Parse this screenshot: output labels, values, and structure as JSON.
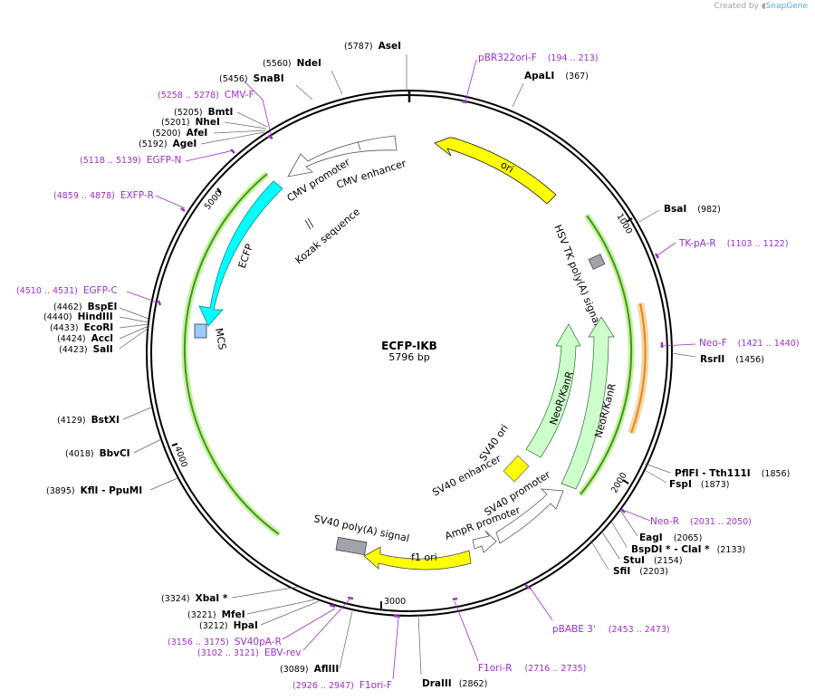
{
  "brand": {
    "prefix": "Created by",
    "name": "SnapGene"
  },
  "plasmid": {
    "name": "ECFP-IKB",
    "size": "5796 bp"
  },
  "ticks": [
    "1000",
    "2000",
    "3000",
    "4000",
    "5000"
  ],
  "enzymes": [
    {
      "pos": "(5787)",
      "name": "AseI"
    },
    {
      "pos": "(5560)",
      "name": "NdeI"
    },
    {
      "pos": "(5456)",
      "name": "SnaBI"
    },
    {
      "pos": "(5205)",
      "name": "BmtI"
    },
    {
      "pos": "(5201)",
      "name": "NheI"
    },
    {
      "pos": "(5200)",
      "name": "AfeI"
    },
    {
      "pos": "(5192)",
      "name": "AgeI"
    },
    {
      "pos": "(4462)",
      "name": "BspEI"
    },
    {
      "pos": "(4440)",
      "name": "HindIII"
    },
    {
      "pos": "(4433)",
      "name": "EcoRI"
    },
    {
      "pos": "(4424)",
      "name": "AccI"
    },
    {
      "pos": "(4423)",
      "name": "SalI"
    },
    {
      "pos": "(4129)",
      "name": "BstXI"
    },
    {
      "pos": "(4018)",
      "name": "BbvCI"
    },
    {
      "pos": "(3895)",
      "name": "KflI  - PpuMI"
    },
    {
      "pos": "(3324)",
      "name": "XbaI *"
    },
    {
      "pos": "(3221)",
      "name": "MfeI"
    },
    {
      "pos": "(3212)",
      "name": "HpaI"
    },
    {
      "pos": "(3089)",
      "name": "AflIII"
    },
    {
      "pos": "(2862)",
      "name": "DraIII"
    },
    {
      "pos": "(367)",
      "name": "ApaLI"
    },
    {
      "pos": "(982)",
      "name": "BsaI"
    },
    {
      "pos": "(1456)",
      "name": "RsrII"
    },
    {
      "pos": "(1856)",
      "name": "PflFI  - Tth111I"
    },
    {
      "pos": "(1873)",
      "name": "FspI"
    },
    {
      "pos": "(2065)",
      "name": "EagI"
    },
    {
      "pos": "(2133)",
      "name": "BspDI *  - ClaI *"
    },
    {
      "pos": "(2154)",
      "name": "StuI"
    },
    {
      "pos": "(2203)",
      "name": "SfiI"
    }
  ],
  "primers": [
    {
      "pos": "(5258 .. 5278)",
      "name": "CMV-F"
    },
    {
      "pos": "(5118 .. 5139)",
      "name": "EGFP-N"
    },
    {
      "pos": "(4859 .. 4878)",
      "name": "EXFP-R"
    },
    {
      "pos": "(4510 .. 4531)",
      "name": "EGFP-C"
    },
    {
      "pos": "(3156 .. 3175)",
      "name": "SV40pA-R"
    },
    {
      "pos": "(3102 .. 3121)",
      "name": "EBV-rev"
    },
    {
      "pos": "(2926 .. 2947)",
      "name": "F1ori-F"
    },
    {
      "pos": "(194 .. 213)",
      "name": "pBR322ori-F"
    },
    {
      "pos": "(1103 .. 1122)",
      "name": "TK-pA-R"
    },
    {
      "pos": "(1421 .. 1440)",
      "name": "Neo-F"
    },
    {
      "pos": "(2031 .. 2050)",
      "name": "Neo-R"
    },
    {
      "pos": "(2453 .. 2473)",
      "name": "pBABE 3'"
    },
    {
      "pos": "(2716 .. 2735)",
      "name": "F1ori-R"
    }
  ],
  "features": [
    {
      "name": "ori",
      "color": "#ffff00"
    },
    {
      "name": "CMV enhancer",
      "color": "#ffffff"
    },
    {
      "name": "CMV promoter",
      "color": "#ffffff"
    },
    {
      "name": "Kozak sequence",
      "color": "#ffffff"
    },
    {
      "name": "ECFP",
      "color": "#00ffff"
    },
    {
      "name": "MCS",
      "color": "#99ccff"
    },
    {
      "name": "HSV TK poly(A) signal",
      "color": "#ffffff"
    },
    {
      "name": "NeoR/KanR",
      "color": "#ccffcc"
    },
    {
      "name": "NeoR/KanR",
      "color": "#ccffcc"
    },
    {
      "name": "SV40 ori",
      "color": "#ffff00"
    },
    {
      "name": "SV40 enhancer",
      "color": "#ffffff"
    },
    {
      "name": "SV40 promoter",
      "color": "#ffffff"
    },
    {
      "name": "AmpR promoter",
      "color": "#ffffff"
    },
    {
      "name": "f1 ori",
      "color": "#ffff00"
    },
    {
      "name": "SV40 poly(A) signal",
      "color": "#a0a4aa"
    }
  ],
  "colors": {
    "primer": "#9b30c8",
    "orf": "#3a9a1a",
    "orf_glow": "#c9f0a0",
    "orange": "#e08a1a"
  }
}
